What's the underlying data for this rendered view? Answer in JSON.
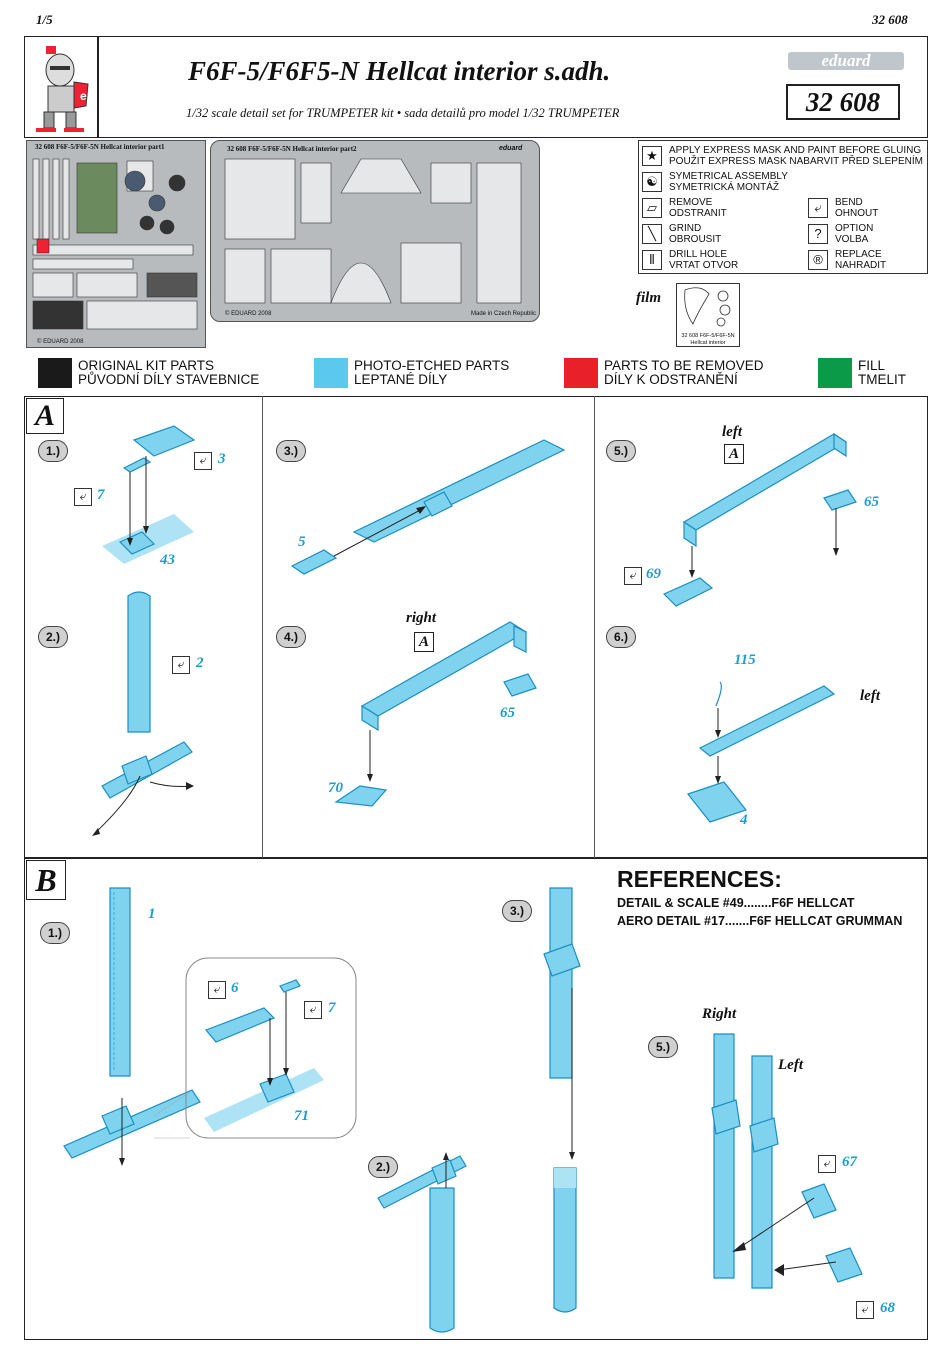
{
  "page": {
    "number": "1/5",
    "code": "32 608"
  },
  "header": {
    "title": "F6F-5/F6F5-N Hellcat interior s.adh.",
    "subtitle": "1/32 scale detail set for TRUMPETER kit  • sada detailů pro model 1/32 TRUMPETER",
    "brand": "eduard",
    "set_number": "32 608"
  },
  "frets": {
    "fret1_title": "32 608  F6F-5/F6F-5N Hellcat interior   part1",
    "fret1_copy": "© EDUARD 2008",
    "fret2_title": "32 608  F6F-5/F6F-5N Hellcat interior   part2",
    "fret2_brand": "eduard",
    "fret2_copy": "© EDUARD 2008",
    "fret2_made": "Made in Czech Republic"
  },
  "film": {
    "label": "film",
    "caption_line1": "32 608 F6F-5/F6F-5N",
    "caption_line2": "Hellcat interior"
  },
  "legend": [
    {
      "icon": "star-icon",
      "glyph": "★",
      "line1": "APPLY EXPRESS MASK AND PAINT BEFORE GLUING",
      "line2": "POUŽIT EXPRESS MASK NABARVIT PŘED SLEPENÍM"
    },
    {
      "icon": "yin-yang-icon",
      "glyph": "☯",
      "line1": "SYMETRICAL ASSEMBLY",
      "line2": "SYMETRICKÁ MONTÁŽ"
    },
    {
      "icon": "remove-icon",
      "glyph": "▱",
      "line1": "REMOVE",
      "line2": "ODSTRANIT"
    },
    {
      "icon": "bend-icon",
      "glyph": "⤶",
      "line1": "BEND",
      "line2": "OHNOUT"
    },
    {
      "icon": "grind-icon",
      "glyph": "╲",
      "line1": "GRIND",
      "line2": "OBROUSIT"
    },
    {
      "icon": "option-icon",
      "glyph": "?",
      "line1": "OPTION",
      "line2": "VOLBA"
    },
    {
      "icon": "drill-icon",
      "glyph": "⦀",
      "line1": "DRILL HOLE",
      "line2": "VRTAT OTVOR"
    },
    {
      "icon": "replace-icon",
      "glyph": "®",
      "line1": "REPLACE",
      "line2": "NAHRADIT"
    }
  ],
  "color_key": [
    {
      "color": "#1a1a1a",
      "line1": "ORIGINAL KIT PARTS",
      "line2": "PŮVODNÍ DÍLY STAVEBNICE"
    },
    {
      "color": "#5bc8ee",
      "line1": "PHOTO-ETCHED PARTS",
      "line2": "LEPTANÉ DÍLY"
    },
    {
      "color": "#e8202a",
      "line1": "PARTS TO BE REMOVED",
      "line2": "DÍLY K ODSTRANĚNÍ"
    },
    {
      "color": "#0a9a48",
      "line1": "FILL",
      "line2": "TMELIT"
    }
  ],
  "sectionA": {
    "label": "A",
    "steps": [
      "1.)",
      "2.)",
      "3.)",
      "4.)",
      "5.)",
      "6.)"
    ],
    "parts": {
      "s1a": "3",
      "s1b": "7",
      "s1c": "43",
      "s2a": "2",
      "s3a": "5",
      "s4a": "65",
      "s4b": "70",
      "s5a": "65",
      "s5b": "69",
      "s6a": "115",
      "s6b": "4"
    },
    "labels": {
      "right": "right",
      "left5": "left",
      "left6": "left",
      "boxA": "A"
    }
  },
  "sectionB": {
    "label": "B",
    "steps": [
      "1.)",
      "2.)",
      "3.)",
      "5.)"
    ],
    "parts": {
      "b1a": "1",
      "b1b": "6",
      "b1c": "7",
      "b1d": "71",
      "b5a": "67",
      "b5b": "68"
    },
    "labels": {
      "right": "Right",
      "left": "Left"
    },
    "references_title": "REFERENCES:",
    "references": [
      "DETAIL & SCALE #49........F6F HELLCAT",
      "AERO DETAIL  #17.......F6F HELLCAT GRUMMAN"
    ]
  }
}
